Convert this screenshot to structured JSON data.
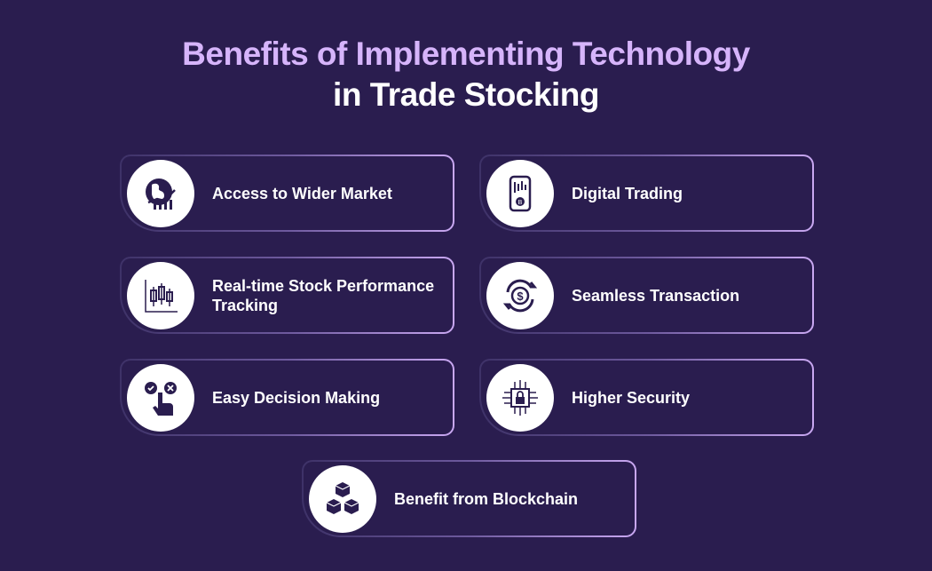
{
  "title": {
    "line1": "Benefits of Implementing Technology",
    "line2": "in Trade Stocking"
  },
  "benefits": [
    {
      "label": "Access to Wider Market",
      "icon": "globe-growth-icon"
    },
    {
      "label": "Digital Trading",
      "icon": "mobile-bitcoin-icon"
    },
    {
      "label": "Real-time Stock Performance Tracking",
      "icon": "candlestick-chart-icon"
    },
    {
      "label": "Seamless Transaction",
      "icon": "dollar-exchange-icon"
    },
    {
      "label": "Easy Decision Making",
      "icon": "decision-hand-icon"
    },
    {
      "label": "Higher Security",
      "icon": "chip-lock-icon"
    },
    {
      "label": "Benefit from Blockchain",
      "icon": "blockchain-cubes-icon"
    }
  ],
  "colors": {
    "background": "#2a1d4f",
    "accent": "#d6b4fb",
    "icon": "#2a1d4f"
  }
}
